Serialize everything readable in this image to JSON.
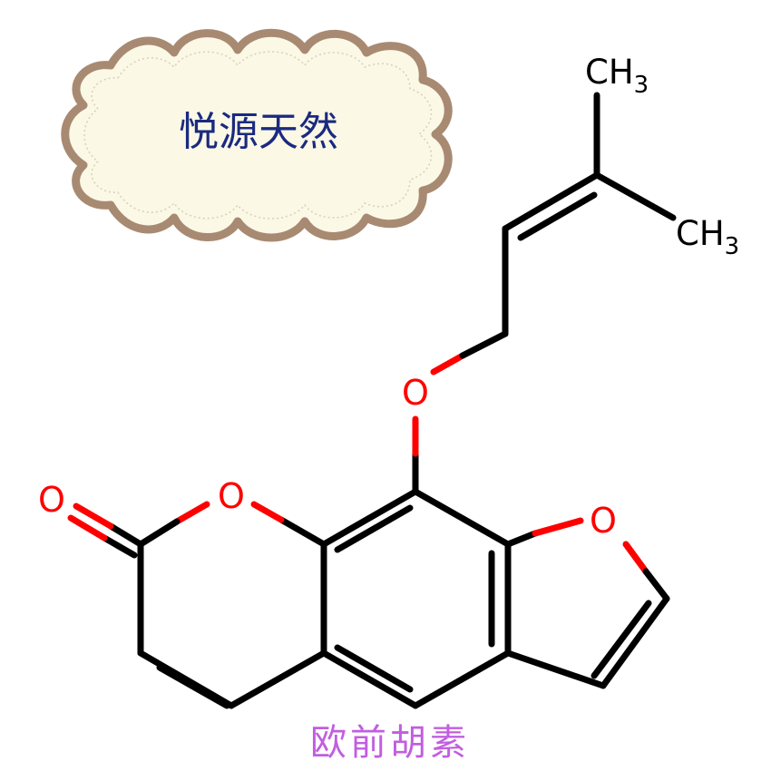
{
  "logo": {
    "text": "悦源天然",
    "text_color": "#1a2a80",
    "frame_color": "#a88a72",
    "fill_color": "#fbf8e6"
  },
  "caption": {
    "text": "欧前胡素",
    "color": "#c25ee0"
  },
  "molecule": {
    "bond_color": "#000000",
    "heteroatom_color": "#ff0000",
    "atoms": {
      "carbonyl_o": "O",
      "ring_o": "O",
      "ether_o": "O",
      "furan_o": "O"
    },
    "groups": {
      "methyl_top": {
        "main": "CH",
        "sub": "3"
      },
      "methyl_right": {
        "main": "CH",
        "sub": "3"
      }
    }
  }
}
